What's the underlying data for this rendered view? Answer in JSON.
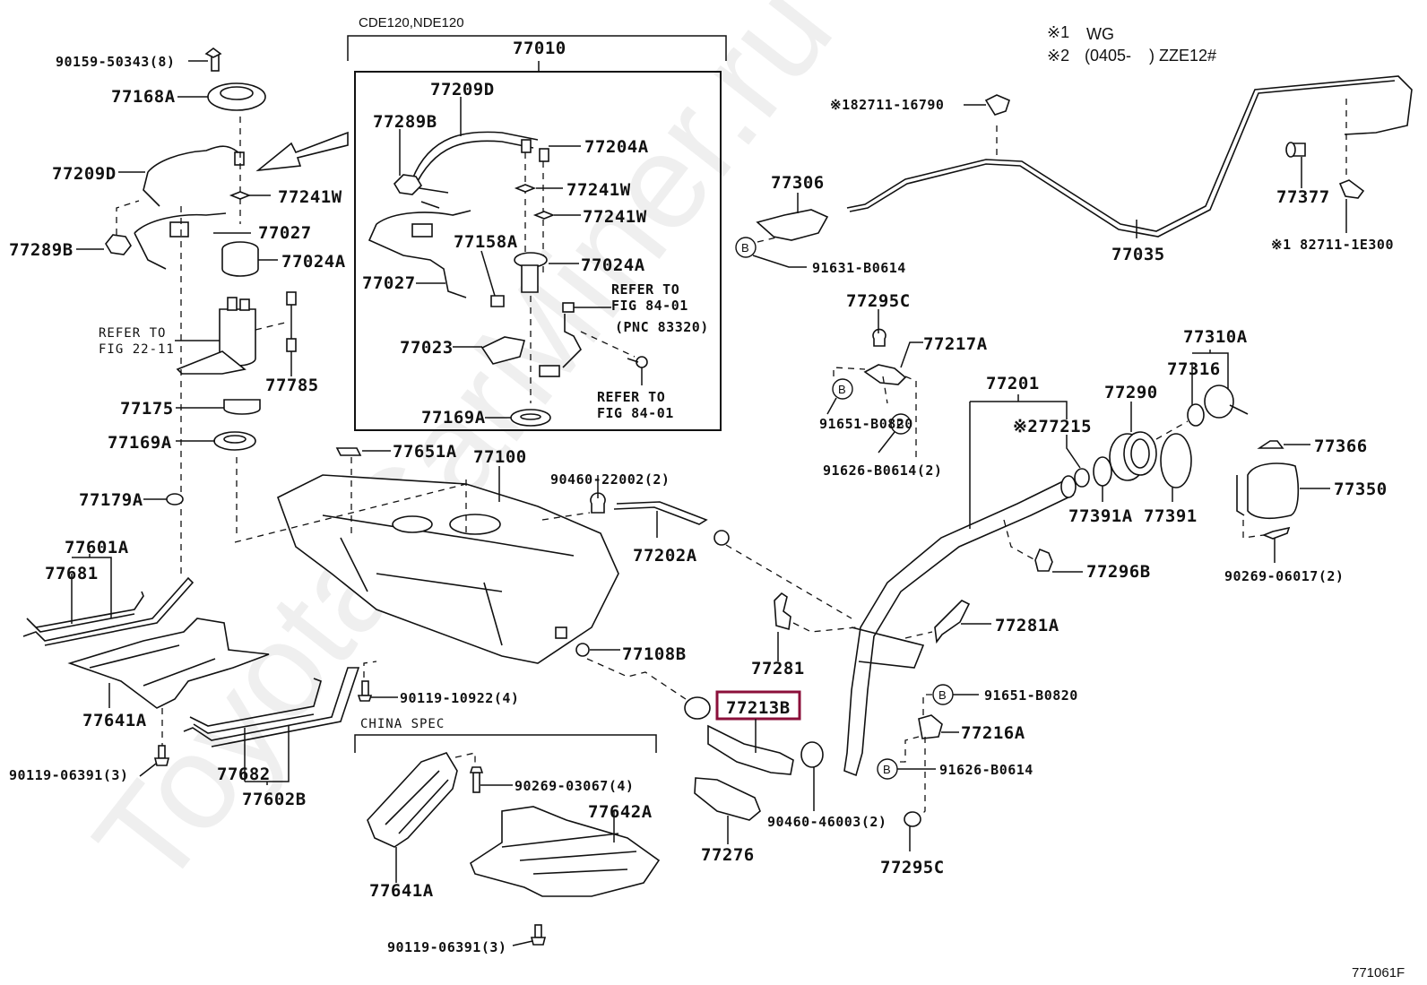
{
  "diagram": {
    "title": "Fuel Tank & Tube Parts Diagram",
    "figure_id": "771061F",
    "watermark": "ToyotaCarMiner.ru",
    "highlight_color": "#8b0f3a",
    "notes": [
      {
        "mark": "※1",
        "text": "WG"
      },
      {
        "mark": "※2",
        "text": "(0405-    ) ZZE12#"
      }
    ],
    "groups": {
      "pump_assembly_header": "CDE120,NDE120",
      "pump_assembly_part": "77010",
      "china_spec": "CHINA SPEC"
    },
    "references": {
      "ref_fig_22": [
        "REFER TO",
        "FIG 22-11"
      ],
      "ref_fig_84_a": [
        "REFER TO",
        "FIG 84-01",
        "(PNC 83320)"
      ],
      "ref_fig_84_b": [
        "REFER TO",
        "FIG 84-01"
      ]
    },
    "bolt_marker": "B",
    "labels": {
      "p90159_50343": "90159-50343(8)",
      "p77168A": "77168A",
      "p77209D_left": "77209D",
      "p77241W_left": "77241W",
      "p77289B_left": "77289B",
      "p77027_left": "77027",
      "p77024A_left": "77024A",
      "p77785": "77785",
      "p77175": "77175",
      "p77169A_left": "77169A",
      "p77179A": "77179A",
      "p77601A": "77601A",
      "p77681": "77681",
      "p77641A_left": "77641A",
      "p90119_06391_left": "90119-06391(3)",
      "p77682": "77682",
      "p77602B": "77602B",
      "p77209D_box": "77209D",
      "p77289B_box": "77289B",
      "p77204A": "77204A",
      "p77241W_box1": "77241W",
      "p77241W_box2": "77241W",
      "p77158A": "77158A",
      "p77024A_box": "77024A",
      "p77027_box": "77027",
      "p77023": "77023",
      "p77169A_box": "77169A",
      "p77651A": "77651A",
      "p77100": "77100",
      "p90460_22002": "90460-22002(2)",
      "p77202A": "77202A",
      "p77108B": "77108B",
      "p90119_10922": "90119-10922(4)",
      "p90269_03067": "90269-03067(4)",
      "p77642A": "77642A",
      "p77641A_china": "77641A",
      "p90119_06391_china": "90119-06391(3)",
      "p82711_16790": "※182711-16790",
      "p77306": "77306",
      "p91631_B0614": "91631-B0614",
      "p77035": "77035",
      "p77377": "77377",
      "p82711_1E300": "※1 82711-1E300",
      "p77295C_top": "77295C",
      "p77217A": "77217A",
      "p91651_B0820_top": "91651-B0820",
      "p91626_B0614_2": "91626-B0614(2)",
      "p77201": "77201",
      "p77215": "※277215",
      "p77290": "77290",
      "p77310A": "77310A",
      "p77316": "77316",
      "p77366": "77366",
      "p77350": "77350",
      "p77391A": "77391A",
      "p77391": "77391",
      "p77296B": "77296B",
      "p90269_06017": "90269-06017(2)",
      "p77281": "77281",
      "p77281A": "77281A",
      "p77213B": "77213B",
      "p91651_B0820_bottom": "91651-B0820",
      "p77216A": "77216A",
      "p91626_B0614": "91626-B0614",
      "p90460_46003": "90460-46003(2)",
      "p77276": "77276",
      "p77295C_bottom": "77295C"
    }
  }
}
